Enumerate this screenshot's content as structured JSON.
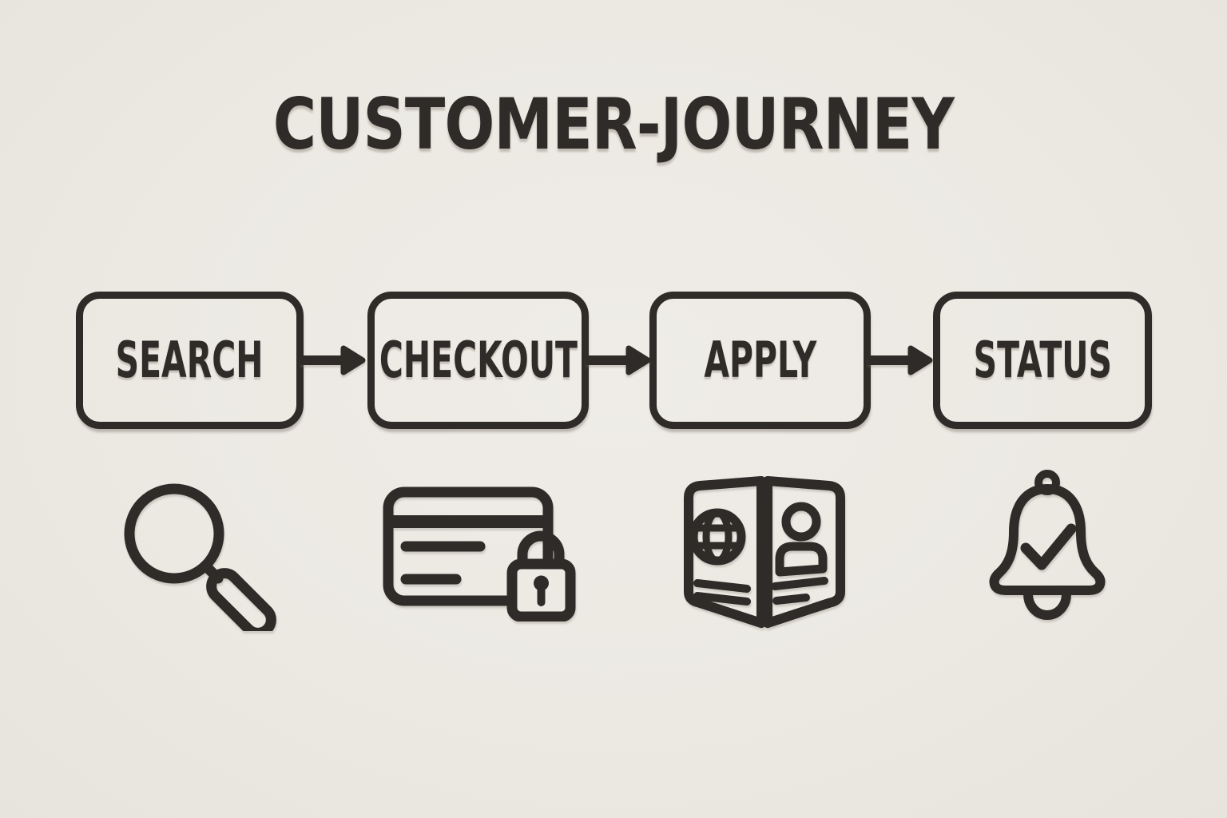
{
  "colors": {
    "ink": "#2e2b28",
    "paper": "#edeae4"
  },
  "title": "CUSTOMER-JOURNEY",
  "flow": {
    "connector": "arrow-right",
    "steps": [
      {
        "label": "SEARCH",
        "icon": "magnifier-icon"
      },
      {
        "label": "CHECKOUT",
        "icon": "credit-card-lock-icon"
      },
      {
        "label": "APPLY",
        "icon": "passport-icon"
      },
      {
        "label": "STATUS",
        "icon": "bell-check-icon"
      }
    ]
  }
}
